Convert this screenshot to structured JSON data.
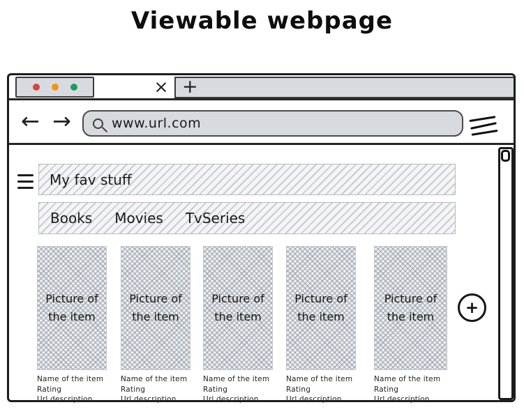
{
  "page": {
    "title": "Viewable webpage"
  },
  "browser": {
    "traffic_lights": {
      "red": "#d8453c",
      "orange": "#ee9418",
      "green": "#1d9b62"
    },
    "tabs": {
      "close_icon": "×",
      "new_tab_icon": "+"
    },
    "toolbar": {
      "back_icon": "←",
      "forward_icon": "→",
      "menu_icon": "hamburger",
      "url_bar": {
        "icon": "magnifier",
        "value": "www.url.com"
      }
    }
  },
  "content": {
    "menu_icon": "hamburger",
    "header": {
      "label": "My fav stuff"
    },
    "nav": {
      "items": [
        "Books",
        "Movies",
        "TvSeries"
      ]
    },
    "cards": [
      {
        "picture_label": "Picture of the item",
        "lines": [
          "Name of the item",
          "Rating",
          "Url description"
        ]
      },
      {
        "picture_label": "Picture of the item",
        "lines": [
          "Name of the item",
          "Rating",
          "Url description"
        ]
      },
      {
        "picture_label": "Picture of the item",
        "lines": [
          "Name of the item",
          "Rating",
          "Url description"
        ]
      },
      {
        "picture_label": "Picture of the item",
        "lines": [
          "Name of the item",
          "Rating",
          "Url description"
        ]
      },
      {
        "picture_label": "Picture of the item",
        "lines": [
          "Name of the item",
          "Rating",
          "Url description"
        ]
      }
    ],
    "add_button": {
      "icon": "+"
    }
  },
  "colors": {
    "panel_gray": "#d7dbe0",
    "ink": "#1d1d1d",
    "hatch_line": "#c9ccd2",
    "crosshatch_line": "#939ba6"
  }
}
